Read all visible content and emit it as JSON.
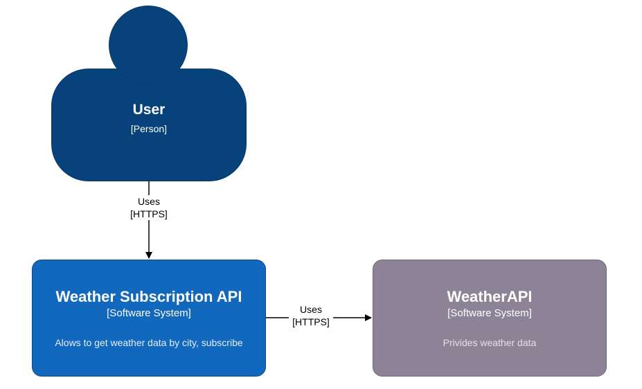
{
  "diagram": {
    "nodes": {
      "user": {
        "title": "User",
        "type": "[Person]",
        "fill": "#08427b"
      },
      "subscription_api": {
        "title": "Weather Subscription API",
        "type": "[Software System]",
        "description": "Alows to get weather data by city, subscribe",
        "fill": "#1168bd"
      },
      "weather_api": {
        "title": "WeatherAPI",
        "type": "[Software System]",
        "description": "Privides weather data",
        "fill": "#8c8496"
      }
    },
    "edges": [
      {
        "from": "user",
        "to": "subscription_api",
        "label": "Uses",
        "technology": "[HTTPS]"
      },
      {
        "from": "subscription_api",
        "to": "weather_api",
        "label": "Uses",
        "technology": "[HTTPS]"
      }
    ]
  }
}
